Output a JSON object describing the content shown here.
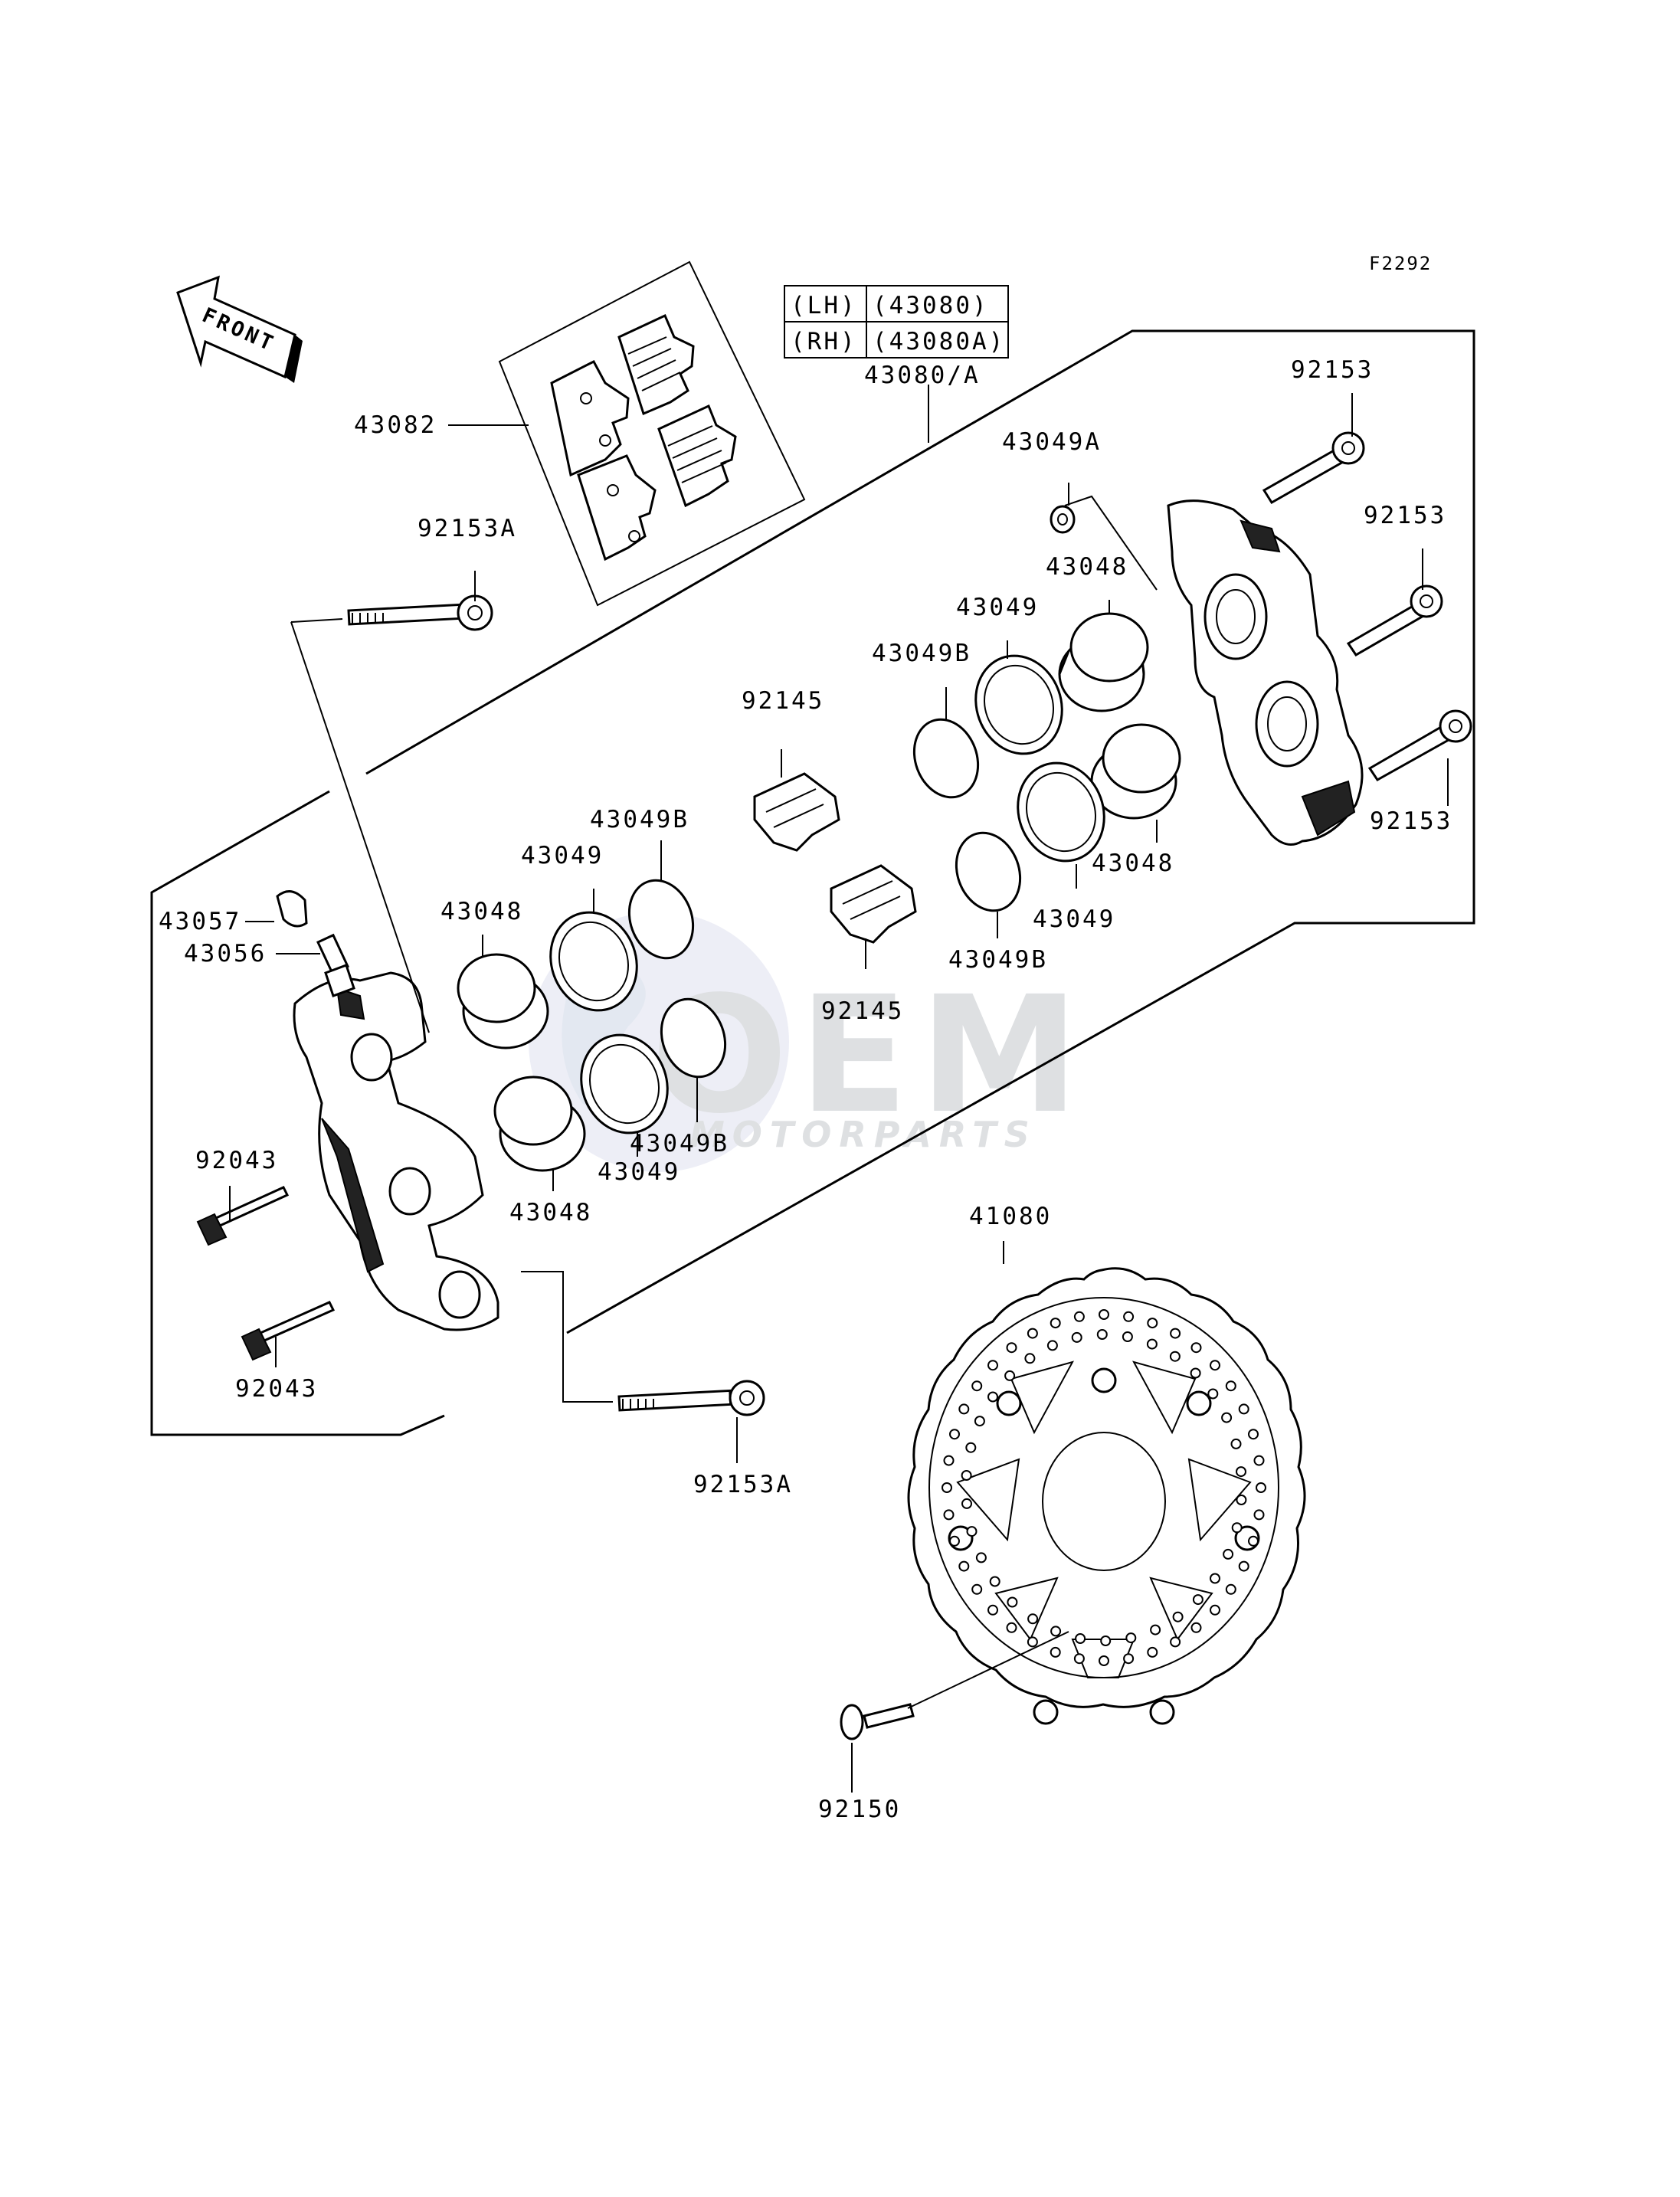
{
  "diagram_code": "F2292",
  "front_label": "FRONT",
  "watermark": {
    "brand": "OEM",
    "sub": "MOTORPARTS"
  },
  "variant_table": [
    {
      "side": "(LH)",
      "part": "(43080)"
    },
    {
      "side": "(RH)",
      "part": "(43080A)"
    }
  ],
  "labels": {
    "caliper_assy": "43080/A",
    "pad_set": "43082",
    "bolt_a_upper": "92153A",
    "bolt_a_lower": "92153A",
    "bolt_1": "92153",
    "bolt_2": "92153",
    "bolt_3": "92153",
    "spacer": "43049A",
    "piston_r1": "43048",
    "piston_r2": "43048",
    "seal_r1": "43049",
    "seal_r2": "43049",
    "dust_r1": "43049B",
    "dust_r2": "43049B",
    "spring_upper": "92145",
    "spring_lower": "92145",
    "dust_l1": "43049B",
    "seal_l1": "43049",
    "piston_l1": "43048",
    "dust_l2": "43049B",
    "seal_l2": "43049",
    "piston_l2": "43048",
    "cap": "43057",
    "bleeder": "43056",
    "pin_upper": "92043",
    "pin_lower": "92043",
    "disc": "41080",
    "disc_bolt": "92150"
  }
}
